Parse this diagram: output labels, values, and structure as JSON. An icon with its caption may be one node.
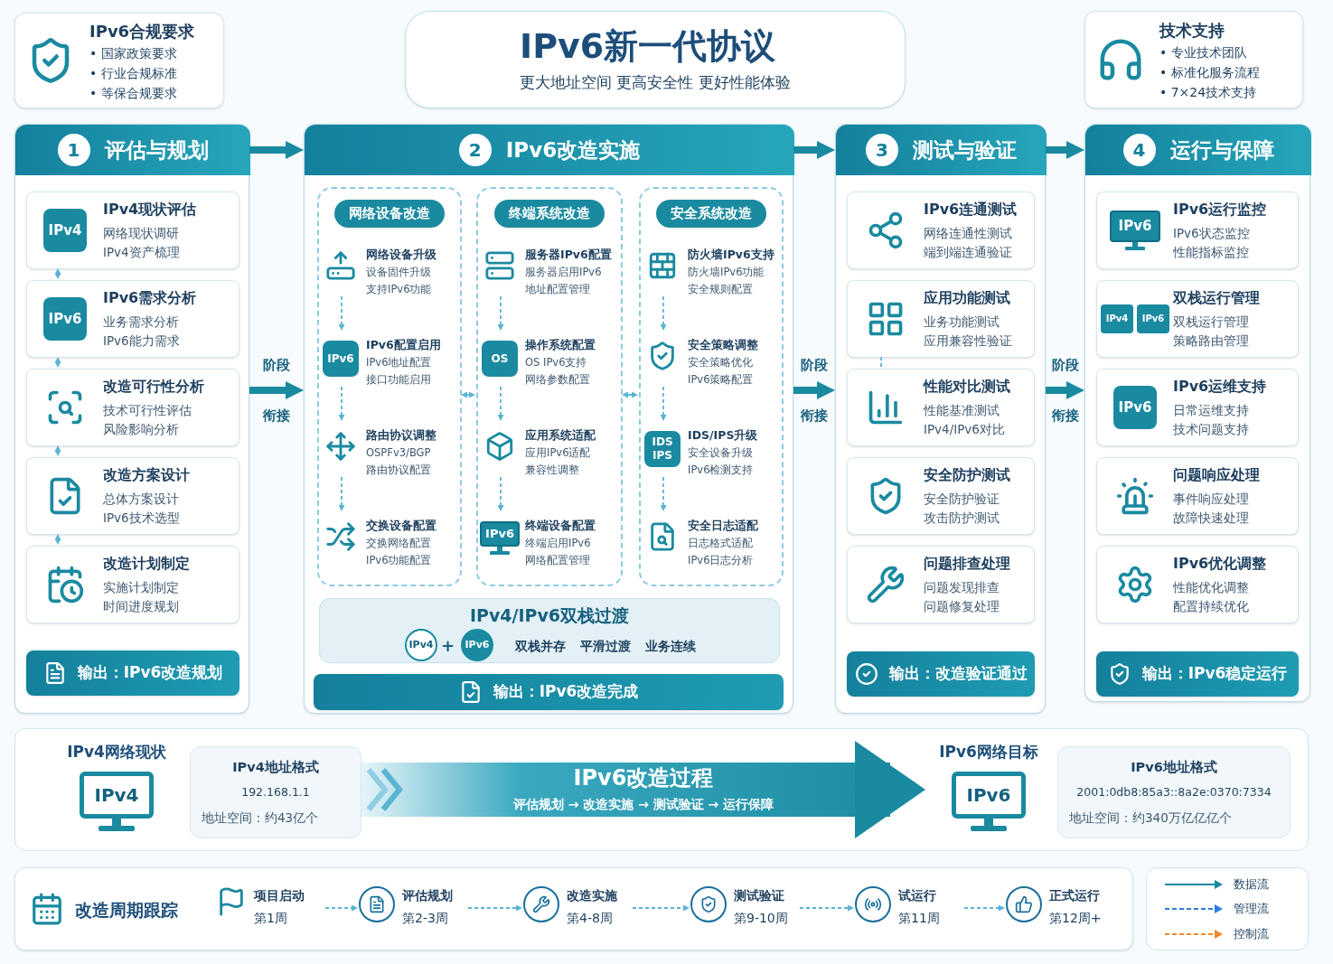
{
  "diagram": {
    "nodes": [
      {
        "text": [
          "IPv6合规要求",
          "• 国家政策要求",
          "• 行业合规标准",
          "• 等保合规要求"
        ]
      },
      {
        "text": [
          "IPv6新一代协议",
          "更大地址空间 更高安全性 更好性能体验"
        ]
      },
      {
        "text": [
          "技术支持",
          "• 专业技术团队",
          "• 标准化服务流程",
          "• 7×24技术支持"
        ]
      },
      {
        "text": [],
        "shape": "box"
      },
      {
        "text": [
          "1",
          "评估与规划"
        ],
        "in": 3
      },
      {
        "text": [
          "IPv4",
          "IPv4现状评估",
          "网络现状调研",
          "IPv4资产梳理"
        ],
        "in": 3
      },
      {
        "text": [
          "IPv6",
          "IPv6需求分析",
          "业务需求分析",
          "IPv6能力需求"
        ],
        "in": 3
      },
      {
        "text": [
          "改造可行性分析",
          "技术可行性评估",
          "风险影响分析"
        ],
        "in": 3
      },
      {
        "text": [
          "改造方案设计",
          "总体方案设计",
          "IPv6技术选型"
        ],
        "in": 3
      },
      {
        "text": [
          "改造计划制定",
          "实施计划制定",
          "时间进度规划"
        ],
        "in": 3
      },
      {
        "text": [
          "输出：IPv6改造规划"
        ],
        "in": 3
      },
      {
        "text": [],
        "shape": "box"
      },
      {
        "text": [
          "2",
          "IPv6改造实施"
        ],
        "in": 11
      },
      {
        "text": [
          "网络设备改造"
        ],
        "in": 11
      },
      {
        "text": [
          "网络设备升级",
          "设备固件升级",
          "支持IPv6功能"
        ],
        "in": 13
      },
      {
        "text": [
          "IPv6",
          "IPv6配置启用",
          "IPv6地址配置",
          "接口功能启用"
        ],
        "in": 13
      },
      {
        "text": [
          "路由协议调整",
          "OSPFv3/BGP",
          "路由协议配置"
        ],
        "in": 13
      },
      {
        "text": [
          "交换设备配置",
          "交换网络配置",
          "IPv6功能配置"
        ],
        "in": 13
      },
      {
        "text": [
          "终端系统改造"
        ],
        "in": 11
      },
      {
        "text": [
          "服务器IPv6配置",
          "服务器启用IPv6",
          "地址配置管理"
        ],
        "in": 18
      },
      {
        "text": [
          "OS",
          "操作系统配置",
          "OS IPv6支持",
          "网络参数配置"
        ],
        "in": 18
      },
      {
        "text": [
          "应用系统适配",
          "应用IPv6适配",
          "兼容性调整"
        ],
        "in": 18
      },
      {
        "text": [
          "IPv6",
          "终端设备配置",
          "终端启用IPv6",
          "网络配置管理"
        ],
        "in": 18
      },
      {
        "text": [
          "安全系统改造"
        ],
        "in": 11
      },
      {
        "text": [
          "防火墙IPv6支持",
          "防火墙IPv6功能",
          "安全规则配置"
        ],
        "in": 23
      },
      {
        "text": [
          "安全策略调整",
          "安全策略优化",
          "IPv6策略配置"
        ],
        "in": 23
      },
      {
        "text": [
          "IDS IPS",
          "IDS/IPS升级",
          "安全设备升级",
          "IPv6检测支持"
        ],
        "in": 23
      },
      {
        "text": [
          "安全日志适配",
          "日志格式适配",
          "IPv6日志分析"
        ],
        "in": 23
      },
      {
        "text": [
          "IPv4/IPv6双栈过渡",
          "双栈并存",
          "平滑过渡",
          "业务连续"
        ],
        "in": 11
      },
      {
        "text": [
          "IPv4"
        ],
        "in": 28
      },
      {
        "text": [
          "IPv6"
        ],
        "in": 28
      },
      {
        "text": [
          "输出：IPv6改造完成"
        ],
        "in": 11
      },
      {
        "text": [],
        "shape": "box"
      },
      {
        "text": [
          "3",
          "测试与验证"
        ],
        "in": 32
      },
      {
        "text": [
          "IPv6连通测试",
          "网络连通性测试",
          "端到端连通验证"
        ],
        "in": 32
      },
      {
        "text": [
          "应用功能测试",
          "业务功能测试",
          "应用兼容性验证"
        ],
        "in": 32
      },
      {
        "text": [
          "性能对比测试",
          "性能基准测试",
          "IPv4/IPv6对比"
        ],
        "in": 32
      },
      {
        "text": [
          "安全防护测试",
          "安全防护验证",
          "攻击防护测试"
        ],
        "in": 32
      },
      {
        "text": [
          "问题排查处理",
          "问题发现排查",
          "问题修复处理"
        ],
        "in": 32
      },
      {
        "text": [
          "输出：改造验证通过"
        ],
        "in": 32
      },
      {
        "text": [],
        "shape": "box"
      },
      {
        "text": [
          "4",
          "运行与保障"
        ],
        "in": 40
      },
      {
        "text": [
          "IPv6",
          "IPv6运行监控",
          "IPv6状态监控",
          "性能指标监控"
        ],
        "in": 40
      },
      {
        "text": [
          "IPv4",
          "IPv6",
          "双栈运行管理",
          "双栈运行管理",
          "策略路由管理"
        ],
        "in": 40
      },
      {
        "text": [
          "IPv6",
          "IPv6运维支持",
          "日常运维支持",
          "技术问题支持"
        ],
        "in": 40
      },
      {
        "text": [
          "问题响应处理",
          "事件响应处理",
          "故障快速处理"
        ],
        "in": 40
      },
      {
        "text": [
          "IPv6优化调整",
          "性能优化调整",
          "配置持续优化"
        ],
        "in": 40
      },
      {
        "text": [
          "输出：IPv6稳定运行"
        ],
        "in": 40
      },
      {
        "text": [
          "IPv4网络现状",
          "IPv4"
        ]
      },
      {
        "text": [
          "IPv4地址格式",
          "192.168.1.1",
          "地址空间：约43亿个"
        ]
      },
      {
        "text": [
          "IPv6网络目标",
          "IPv6"
        ]
      },
      {
        "text": [
          "IPv6地址格式",
          "2001:0db8:85a3::8a2e:0370:7334",
          "地址空间：约340万亿亿亿个"
        ]
      },
      {
        "text": [
          "改造周期跟踪"
        ]
      },
      {
        "text": [
          "项目启动",
          "第1周"
        ],
        "in": 52
      },
      {
        "text": [
          "评估规划",
          "第2-3周"
        ],
        "in": 52
      },
      {
        "text": [
          "改造实施",
          "第4-8周"
        ],
        "in": 52
      },
      {
        "text": [
          "测试验证",
          "第9-10周"
        ],
        "in": 52
      },
      {
        "text": [
          "试运行",
          "第11周"
        ],
        "in": 52
      },
      {
        "text": [
          "正式运行",
          "第12周+"
        ],
        "in": 52
      }
    ],
    "edges": [
      {
        "from": 4,
        "to": 12,
        "arrow": "to",
        "style": "thick",
        "color": "#1a8aa0"
      },
      {
        "from": 3,
        "to": 11,
        "arrow": "to",
        "style": "thick",
        "color": "#1a8aa0",
        "label": "阶段衔接"
      },
      {
        "from": 12,
        "to": 33,
        "arrow": "to",
        "style": "thick",
        "color": "#1a8aa0"
      },
      {
        "from": 11,
        "to": 32,
        "arrow": "to",
        "style": "thick",
        "color": "#1a8aa0",
        "label": "阶段衔接"
      },
      {
        "from": 33,
        "to": 41,
        "arrow": "to",
        "style": "thick",
        "color": "#1a8aa0"
      },
      {
        "from": 32,
        "to": 40,
        "arrow": "to",
        "style": "thick",
        "color": "#1a8aa0",
        "label": "阶段衔接"
      },
      {
        "from": 5,
        "to": 6,
        "arrow": "both",
        "style": "dashed"
      },
      {
        "from": 6,
        "to": 7,
        "arrow": "both",
        "style": "dashed"
      },
      {
        "from": 7,
        "to": 8,
        "arrow": "both",
        "style": "dashed"
      },
      {
        "from": 8,
        "to": 9,
        "arrow": "both",
        "style": "dashed"
      },
      {
        "from": 14,
        "to": 15,
        "arrow": "to",
        "style": "dashed"
      },
      {
        "from": 15,
        "to": 16,
        "arrow": "to",
        "style": "dashed"
      },
      {
        "from": 16,
        "to": 17,
        "arrow": "to",
        "style": "dashed"
      },
      {
        "from": 19,
        "to": 20,
        "arrow": "to",
        "style": "dashed"
      },
      {
        "from": 20,
        "to": 21,
        "arrow": "to",
        "style": "dashed"
      },
      {
        "from": 21,
        "to": 22,
        "arrow": "to",
        "style": "dashed"
      },
      {
        "from": 24,
        "to": 25,
        "arrow": "to",
        "style": "dashed"
      },
      {
        "from": 25,
        "to": 26,
        "arrow": "to",
        "style": "dashed"
      },
      {
        "from": 26,
        "to": 27,
        "arrow": "to",
        "style": "dashed"
      },
      {
        "from": 13,
        "to": 18,
        "arrow": "both"
      },
      {
        "from": 18,
        "to": 23,
        "arrow": "both"
      },
      {
        "from": 35,
        "to": 36,
        "arrow": "none",
        "style": "dashed"
      },
      {
        "from": 53,
        "to": 54,
        "arrow": "to",
        "style": "dashed"
      },
      {
        "from": 54,
        "to": 55,
        "arrow": "to",
        "style": "dashed"
      },
      {
        "from": 55,
        "to": 56,
        "arrow": "to",
        "style": "dashed"
      },
      {
        "from": 56,
        "to": 57,
        "arrow": "to",
        "style": "dashed"
      },
      {
        "from": 57,
        "to": 58,
        "arrow": "to",
        "style": "dashed"
      },
      {
        "from": 49,
        "to": 50,
        "arrow": "to",
        "style": "thick",
        "color": "#1a8aa0",
        "label": "IPv6改造过程"
      }
    ],
    "labels": [
      "+",
      "评估规划 → 改造实施 → 测试验证 → 运行保障"
    ],
    "legend": [
      {
        "text": "数据流"
      },
      {
        "text": "管理流"
      },
      {
        "text": "控制流"
      }
    ]
  }
}
